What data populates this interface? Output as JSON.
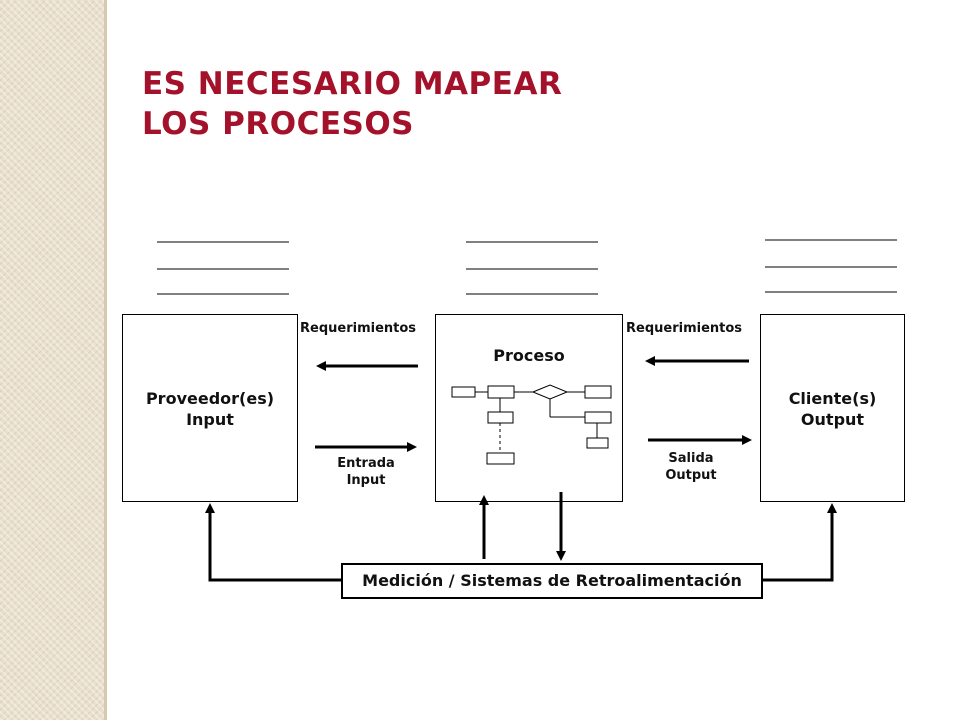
{
  "title": {
    "line1": "ES NECESARIO MAPEAR",
    "line2": "LOS PROCESOS"
  },
  "supplier": {
    "line1": "Proveedor(es)",
    "line2": "Input"
  },
  "process": {
    "label": "Proceso"
  },
  "client": {
    "line1": "Cliente(s)",
    "line2": "Output"
  },
  "arrows": {
    "requirements_left": "Requerimientos",
    "requirements_right": "Requerimientos",
    "input_line1": "Entrada",
    "input_line2": "Input",
    "output_line1": "Salida",
    "output_line2": "Output"
  },
  "feedback": {
    "label": "Medición / Sistemas de Retroalimentación"
  },
  "colors": {
    "title": "#a3122a",
    "band": "#e9dfcd"
  }
}
